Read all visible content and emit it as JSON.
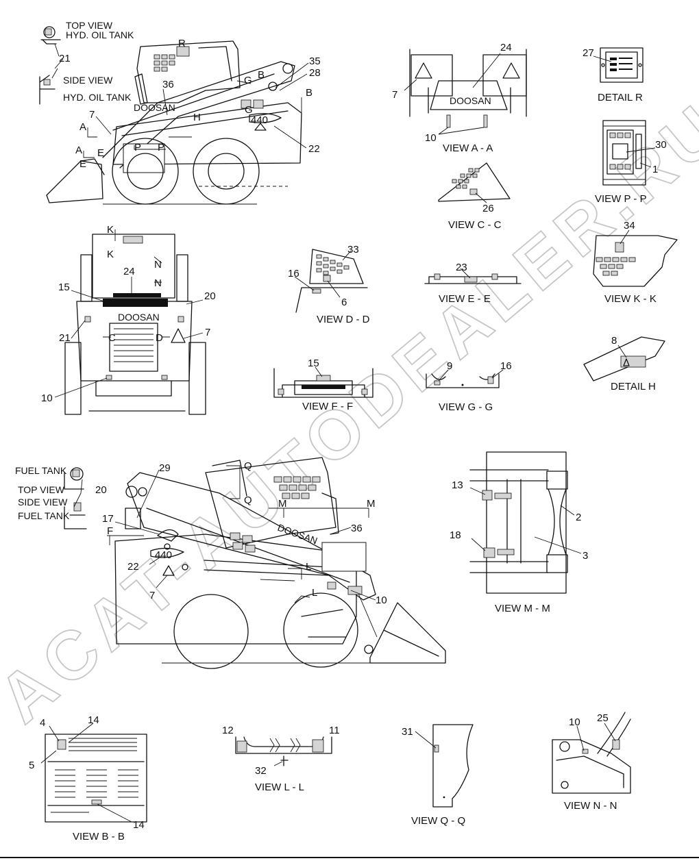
{
  "watermark": "ACAT-AUTODEALER.RU",
  "model_decal": "440",
  "brand_decal": "DOOSAN",
  "headings": {
    "top_view_hyd_1": "TOP VIEW",
    "top_view_hyd_2": "HYD. OIL TANK",
    "side_view_hyd_1": "SIDE VIEW",
    "side_view_hyd_2": "HYD. OIL TANK",
    "fuel_tank_top": "FUEL TANK",
    "top_view_fuel": "TOP VIEW",
    "side_view_fuel": "SIDE VIEW",
    "fuel_tank_bottom": "FUEL TANK"
  },
  "views": {
    "aa": "VIEW  A - A",
    "detail_r": "DETAIL  R",
    "pp": "VIEW  P - P",
    "cc": "VIEW  C - C",
    "dd": "VIEW  D - D",
    "ee": "VIEW  E - E",
    "kk": "VIEW  K - K",
    "detail_h": "DETAIL  H",
    "ff": "VIEW  F - F",
    "gg": "VIEW  G - G",
    "mm": "VIEW  M - M",
    "bb": "VIEW  B - B",
    "ll": "VIEW  L - L",
    "qq": "VIEW  Q - Q",
    "nn": "VIEW  N - N"
  },
  "section_letters": {
    "a1": "A",
    "a2": "A",
    "e1": "E",
    "e2": "E",
    "r": "R",
    "g1": "G",
    "g2": "G",
    "b1": "B",
    "b2": "B",
    "h": "H",
    "p1": "P",
    "p2": "P",
    "k1": "K",
    "k2": "K",
    "n1": "N",
    "n2": "N",
    "c": "C",
    "d": "D",
    "q1": "Q",
    "q2": "Q",
    "m1": "M",
    "m2": "M",
    "f": "F",
    "l1": "L",
    "l2": "L"
  },
  "callouts": {
    "c21a": "21",
    "c36a": "36",
    "c35": "35",
    "c28": "28",
    "c7a": "7",
    "c22a": "22",
    "c24a": "24",
    "c7b": "7",
    "c10a": "10",
    "c27": "27",
    "c30": "30",
    "c1": "1",
    "c26": "26",
    "c34": "34",
    "c33": "33",
    "c16a": "16",
    "c6": "6",
    "c23": "23",
    "c15a": "15",
    "c24b": "24",
    "c20a": "20",
    "c21b": "21",
    "c7c": "7",
    "c10b": "10",
    "c8": "8",
    "c15b": "15",
    "c9": "9",
    "c16b": "16",
    "c29": "29",
    "c20b": "20",
    "c17": "17",
    "c22b": "22",
    "c7d": "7",
    "c36b": "36",
    "c10c": "10",
    "c13": "13",
    "c2": "2",
    "c18": "18",
    "c3": "3",
    "c4": "4",
    "c14a": "14",
    "c5": "5",
    "c14b": "14",
    "c12": "12",
    "c11": "11",
    "c32": "32",
    "c31": "31",
    "c10d": "10",
    "c25": "25"
  }
}
